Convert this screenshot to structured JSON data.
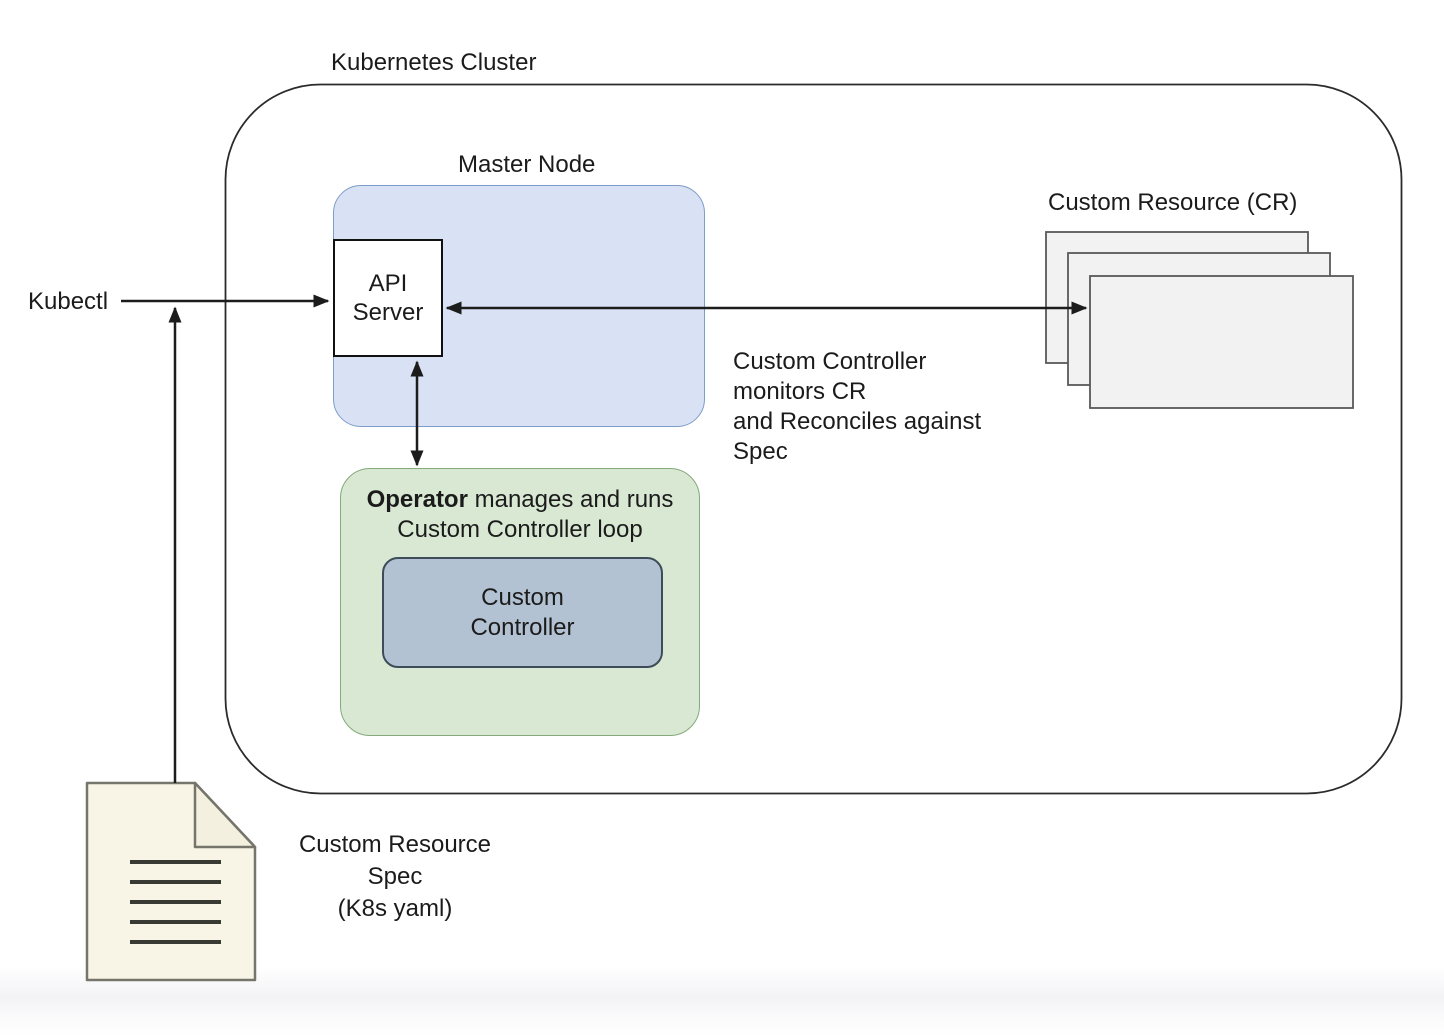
{
  "diagram": {
    "cluster_title": "Kubernetes Cluster",
    "labels": {
      "kubectl": "Kubectl",
      "master_node": "Master Node",
      "api_server": "API\nServer",
      "custom_resource_title": "Custom Resource (CR)",
      "monitors_note": "Custom Controller\nmonitors CR\nand Reconciles against\nSpec",
      "operator_bold": "Operator",
      "operator_rest": " manages and runs",
      "operator_line2": "Custom Controller loop",
      "custom_controller": "Custom\nController",
      "spec_label": "Custom Resource\nSpec\n(K8s yaml)"
    },
    "colors": {
      "master_node_fill": "#d9e2f4",
      "master_node_border": "#7e9cc9",
      "operator_fill": "#d9e8d3",
      "operator_border": "#84aa7b",
      "controller_fill": "#b3c2d2",
      "controller_border": "#3e4c59",
      "cr_fill": "#f2f2f2",
      "cr_border": "#595959",
      "doc_fill": "#f8f5e7",
      "doc_border": "#75756b",
      "doc_line": "#3a3a34",
      "line": "#1c1c1c"
    },
    "connections": [
      {
        "from": "kubectl",
        "to": "api-server",
        "type": "arrow"
      },
      {
        "from": "api-server",
        "to": "custom-resource",
        "type": "double-arrow"
      },
      {
        "from": "api-server",
        "to": "operator",
        "type": "double-arrow"
      },
      {
        "from": "custom-resource-spec-document",
        "to": "kubectl-line",
        "type": "arrow"
      }
    ]
  }
}
